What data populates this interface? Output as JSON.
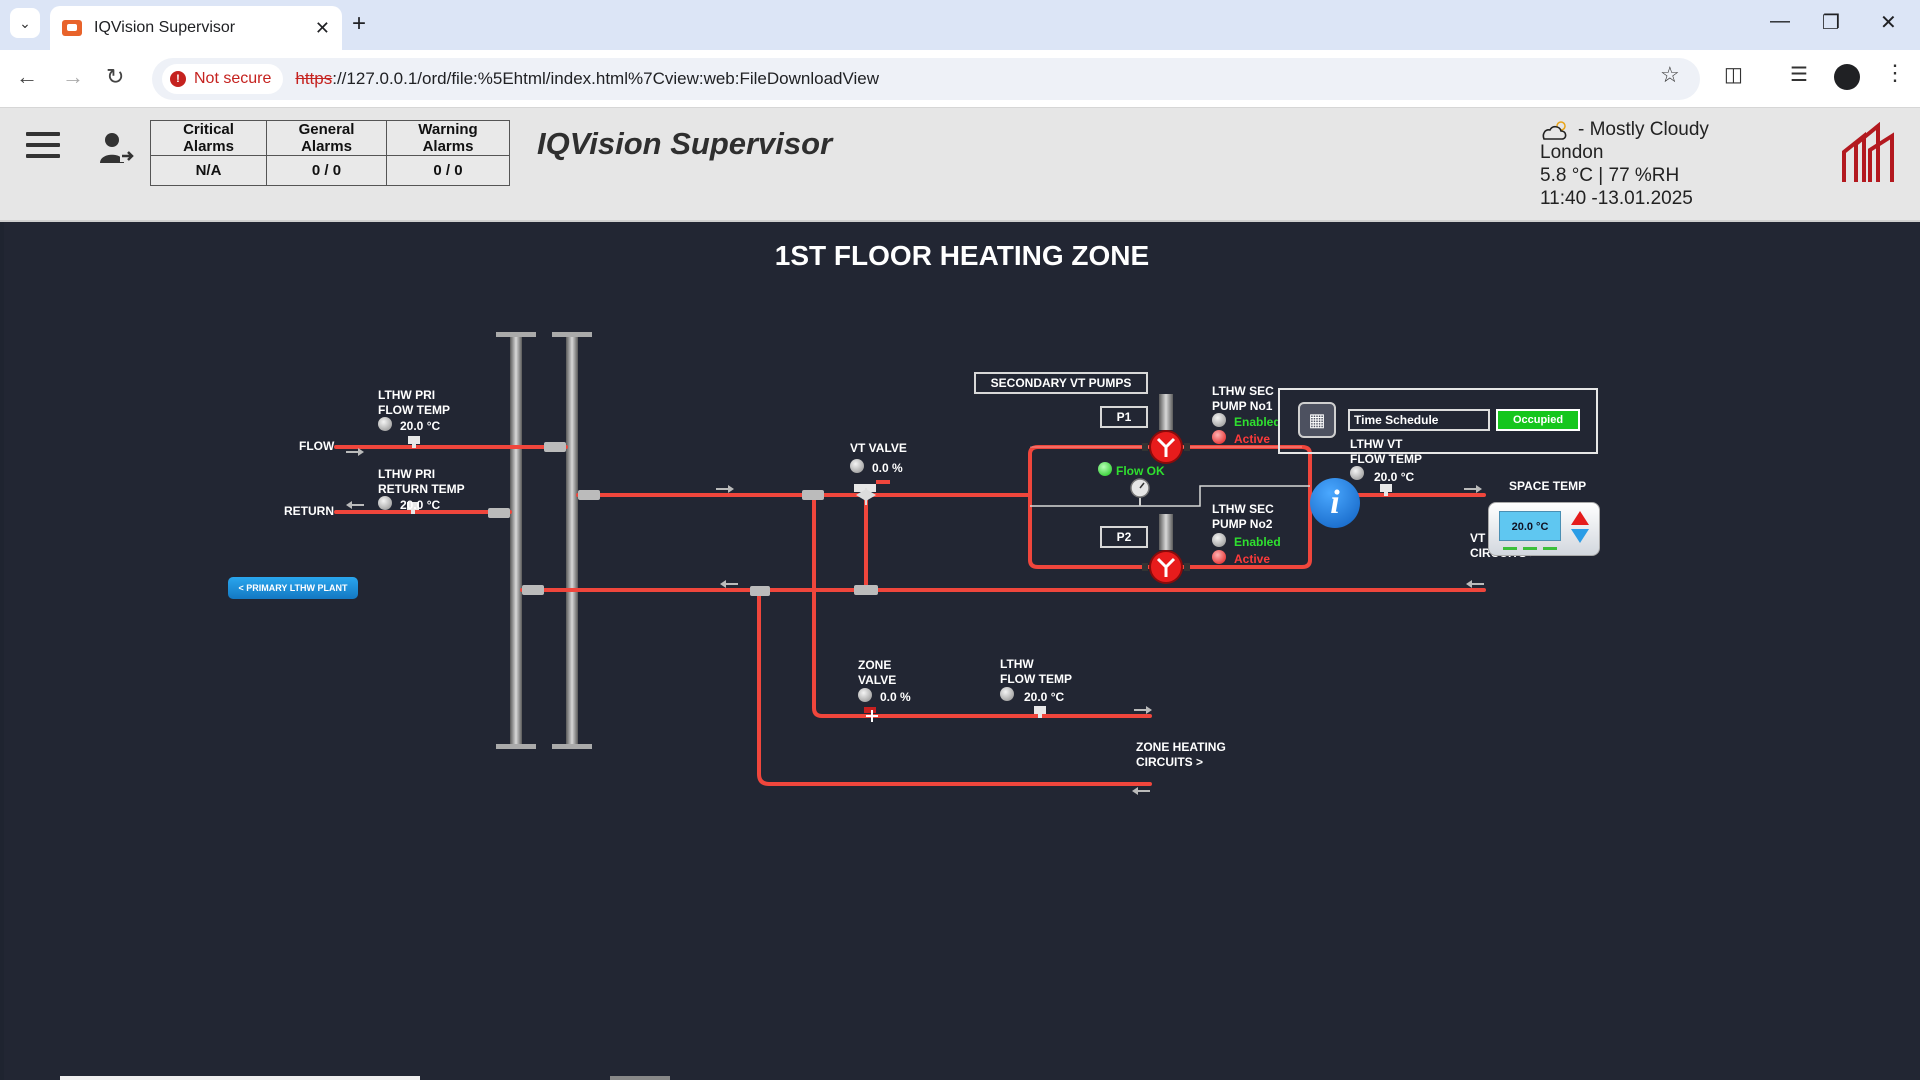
{
  "browser": {
    "tab_title": "IQVision Supervisor",
    "security_label": "Not secure",
    "url_scheme": "https",
    "url_rest": "://127.0.0.1/ord/file:%5Ehtml/index.html%7Cview:web:FileDownloadView"
  },
  "alarms": {
    "headers": [
      "Critical Alarms",
      "General Alarms",
      "Warning Alarms"
    ],
    "values": [
      "N/A",
      "0 / 0",
      "0 / 0"
    ]
  },
  "app": {
    "title": "IQVision Supervisor"
  },
  "weather": {
    "condition": "- Mostly Cloudy",
    "location": "London",
    "readings": "5.8 °C | 77 %RH",
    "datetime": "11:40 -13.01.2025"
  },
  "zone": {
    "title": "1ST FLOOR HEATING ZONE",
    "schedule": {
      "name": "Time Schedule",
      "status": "Occupied"
    },
    "space_temp": {
      "label": "SPACE TEMP",
      "value": "20.0 °C"
    },
    "primary_button": "< PRIMARY LTHW PLANT",
    "labels": {
      "flow": "FLOW",
      "return": "RETURN",
      "pri_flow_temp": "LTHW PRI\nFLOW TEMP",
      "pri_return_temp": "LTHW PRI\nRETURN TEMP",
      "vt_valve": "VT VALVE",
      "secondary_pumps": "SECONDARY VT PUMPS",
      "p1": "P1",
      "p2": "P2",
      "sec_pump1": "LTHW SEC\nPUMP No1",
      "sec_pump2": "LTHW SEC\nPUMP No2",
      "vt_flow_temp": "LTHW VT\nFLOW TEMP",
      "vt_circuits": "VT HEATING\nCIRCUITS >",
      "zone_valve": "ZONE\nVALVE",
      "lthw_flow_temp": "LTHW\nFLOW TEMP",
      "zone_circuits": "ZONE HEATING\nCIRCUITS >"
    },
    "values": {
      "pri_flow_temp": "20.0 °C",
      "pri_return_temp": "20.0 °C",
      "vt_valve": "0.0 %",
      "vt_flow_temp": "20.0 °C",
      "zone_valve": "0.0 %",
      "lthw_flow_temp": "20.0 °C",
      "flow_status": "Flow OK",
      "pump1_enabled": "Enabled",
      "pump1_active": "Active",
      "pump2_enabled": "Enabled",
      "pump2_active": "Active"
    },
    "colors": {
      "pipe": "#f0463c",
      "enabled": "#2fe02f",
      "active": "#ff3a3a",
      "occupied": "#15c61d"
    }
  }
}
